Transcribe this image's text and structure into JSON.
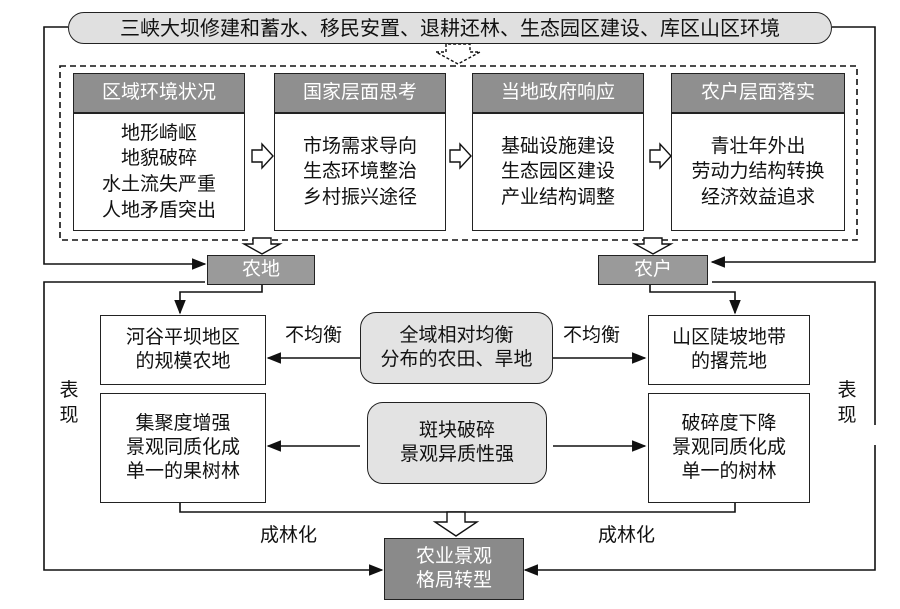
{
  "top_banner": "三峡大坝修建和蓄水、移民安置、退耕还林、生态园区建设、库区山区环境",
  "columns": [
    {
      "header": "区域环境状况",
      "lines": [
        "地形崎岖",
        "地貌破碎",
        "水土流失严重",
        "人地矛盾突出"
      ]
    },
    {
      "header": "国家层面思考",
      "lines": [
        "市场需求导向",
        "生态环境整治",
        "乡村振兴途径"
      ]
    },
    {
      "header": "当地政府响应",
      "lines": [
        "基础设施建设",
        "生态园区建设",
        "产业结构调整"
      ]
    },
    {
      "header": "农户层面落实",
      "lines": [
        "青壮年外出",
        "劳动力结构转换",
        "经济效益追求"
      ]
    }
  ],
  "farmland": "农地",
  "farmer": "农户",
  "center_top": [
    "全域相对均衡",
    "分布的农田、旱地"
  ],
  "center_mid": [
    "斑块破碎",
    "景观异质性强"
  ],
  "left_top": [
    "河谷平坝地区",
    "的规模农地"
  ],
  "left_mid": [
    "集聚度增强",
    "景观同质化成",
    "单一的果树林"
  ],
  "right_top": [
    "山区陡坡地带",
    "的撂荒地"
  ],
  "right_mid": [
    "破碎度下降",
    "景观同质化成",
    "单一的树林"
  ],
  "imbalance": "不均衡",
  "performance": [
    "表",
    "现"
  ],
  "afforestation": "成林化",
  "bottom_result": [
    "农业景观",
    "格局转型"
  ]
}
